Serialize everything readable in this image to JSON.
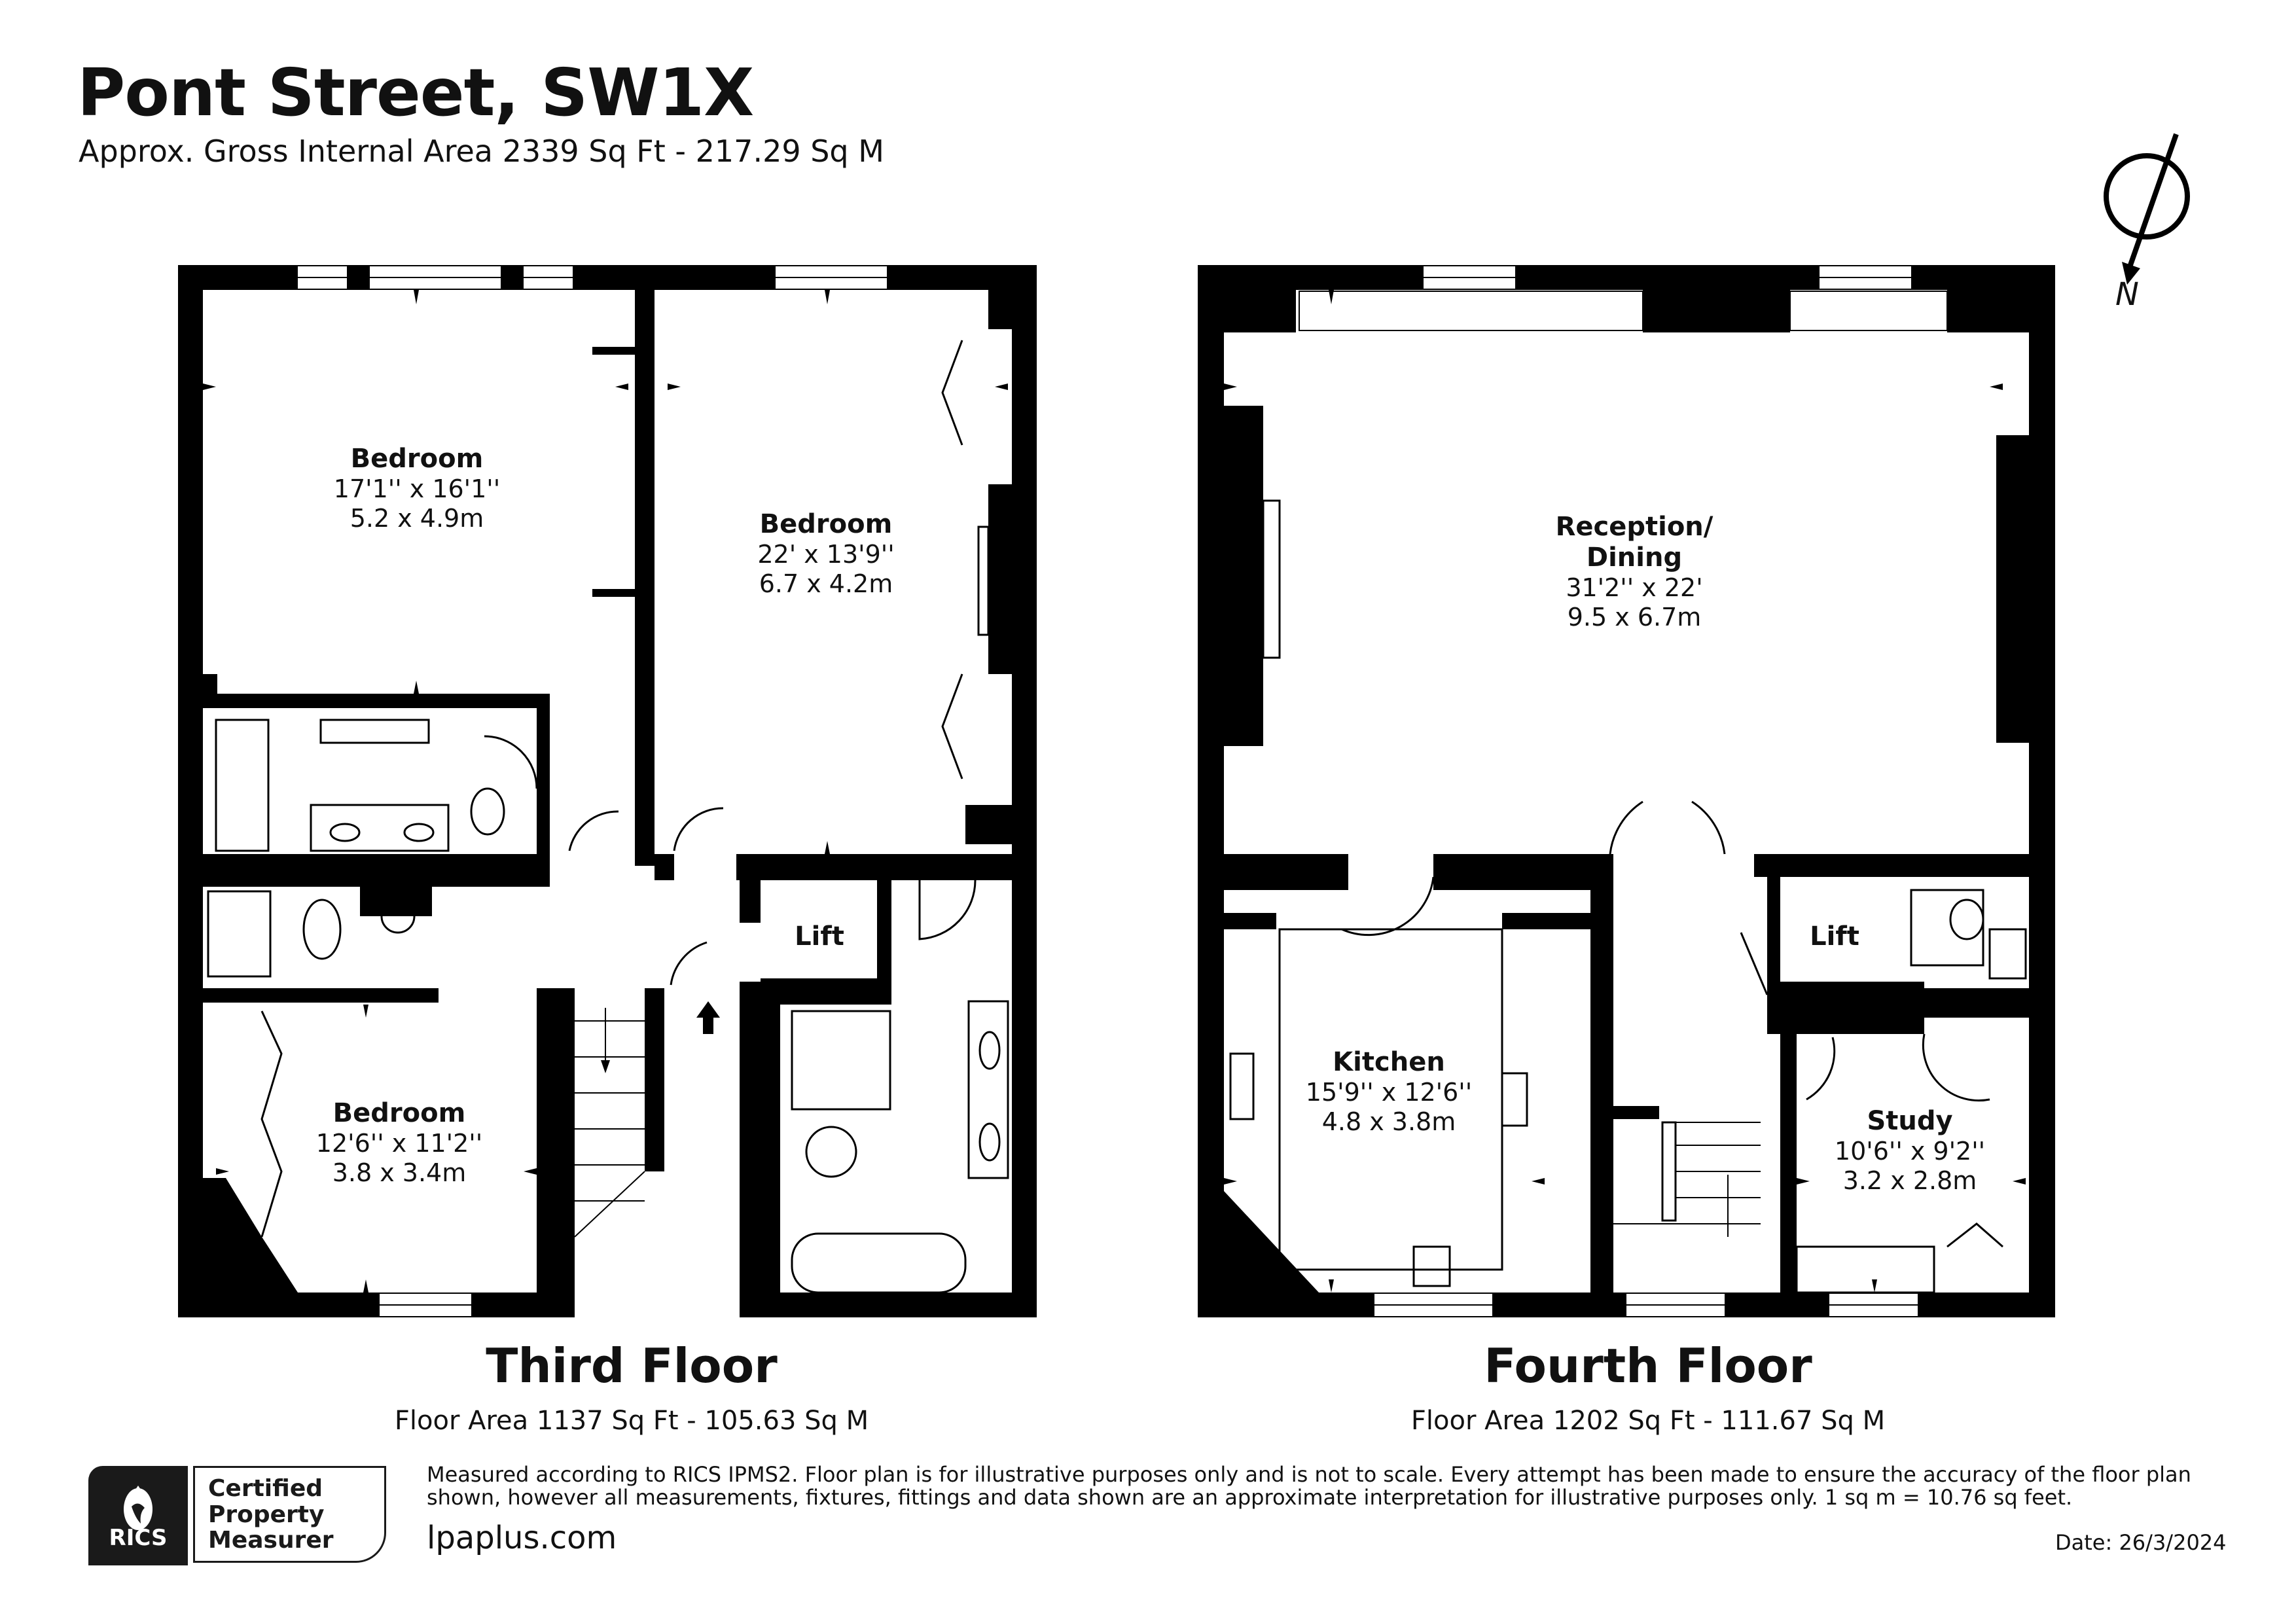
{
  "header": {
    "title": "Pont Street, SW1X",
    "subtitle": "Approx. Gross Internal Area 2339 Sq Ft - 217.29 Sq M"
  },
  "compass": {
    "label": "N",
    "icon": "north-arrow-icon"
  },
  "floors": [
    {
      "name": "Third Floor",
      "area": "Floor Area 1137 Sq Ft - 105.63 Sq M",
      "rooms": [
        {
          "name": "Bedroom",
          "imperial": "17'1'' x 16'1''",
          "metric": "5.2 x 4.9m"
        },
        {
          "name": "Bedroom",
          "imperial": "22' x 13'9''",
          "metric": "6.7 x 4.2m"
        },
        {
          "name": "Bedroom",
          "imperial": "12'6'' x 11'2''",
          "metric": "3.8 x 3.4m"
        },
        {
          "name": "Lift"
        }
      ]
    },
    {
      "name": "Fourth Floor",
      "area": "Floor Area 1202 Sq Ft - 111.67 Sq M",
      "rooms": [
        {
          "name": "Reception/",
          "name2": "Dining",
          "imperial": "31'2'' x 22'",
          "metric": "9.5 x 6.7m"
        },
        {
          "name": "Kitchen",
          "imperial": "15'9'' x 12'6''",
          "metric": "4.8 x 3.8m"
        },
        {
          "name": "Study",
          "imperial": "10'6'' x 9'2''",
          "metric": "3.2 x 2.8m"
        },
        {
          "name": "Lift"
        }
      ]
    }
  ],
  "footer": {
    "rics_logo": "RICS",
    "cert_line1": "Certified",
    "cert_line2": "Property",
    "cert_line3": "Measurer",
    "disclaimer": "Measured according to RICS IPMS2. Floor plan is for illustrative purposes only and is not to scale. Every attempt has been made to ensure the accuracy of the floor plan shown, however all measurements, fixtures, fittings and data shown are an approximate interpretation for illustrative purposes only. 1 sq m = 10.76 sq feet.",
    "website": "lpaplus.com",
    "date": "Date: 26/3/2024"
  }
}
